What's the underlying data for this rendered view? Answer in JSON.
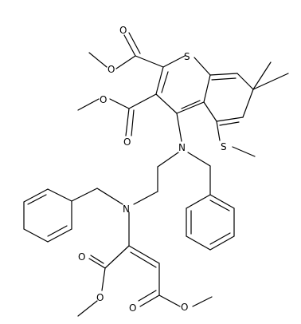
{
  "molecule": {
    "atoms": [
      {
        "id": "S1",
        "label": "S"
      },
      {
        "id": "S2",
        "label": "S"
      },
      {
        "id": "N1",
        "label": "N"
      },
      {
        "id": "N2",
        "label": "N"
      },
      {
        "id": "O1",
        "label": "O"
      },
      {
        "id": "O2",
        "label": "O"
      },
      {
        "id": "O3",
        "label": "O"
      },
      {
        "id": "O4",
        "label": "O"
      },
      {
        "id": "O5",
        "label": "O"
      },
      {
        "id": "O6",
        "label": "O"
      },
      {
        "id": "O7",
        "label": "O"
      },
      {
        "id": "O8",
        "label": "O"
      }
    ]
  }
}
